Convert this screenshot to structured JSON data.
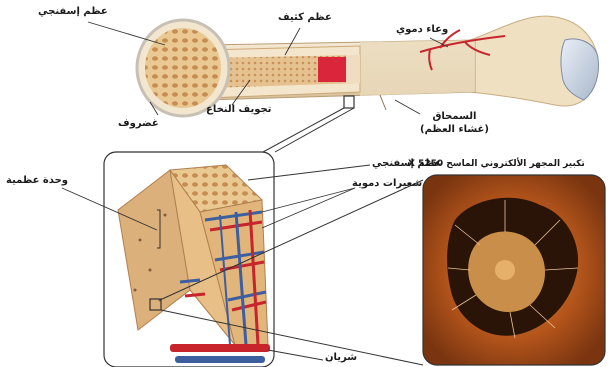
{
  "labels": {
    "spongy_bone_top": "عظم إسفنجي",
    "compact_bone": "عظم كثيف",
    "blood_vessel": "وعاء دموي",
    "marrow_cavity": "تجويف النخاع",
    "cartilage": "غضروف",
    "periosteum": "السمحاق",
    "periosteum_sub": "(غشاء العظم)",
    "spongy_bone_detail": "عظم إسفنجي",
    "osteon": "وحدة عظمية",
    "capillaries": "شعيرات دموية",
    "microscope": "تكبير المجهر الألكتروني الماسح 5250 X",
    "artery": "شريان"
  },
  "colors": {
    "bone_outer": "#eedcc0",
    "spongy": "#e3bd86",
    "marrow_red": "#d9263a",
    "cartilage_blue": "#c9d4e2",
    "vessel_red": "#c8242c",
    "vessel_blue": "#3d5fa0",
    "micro_bg": "#b0521a"
  },
  "icons": {
    "magnifier_box": "magnifier-box-icon"
  }
}
